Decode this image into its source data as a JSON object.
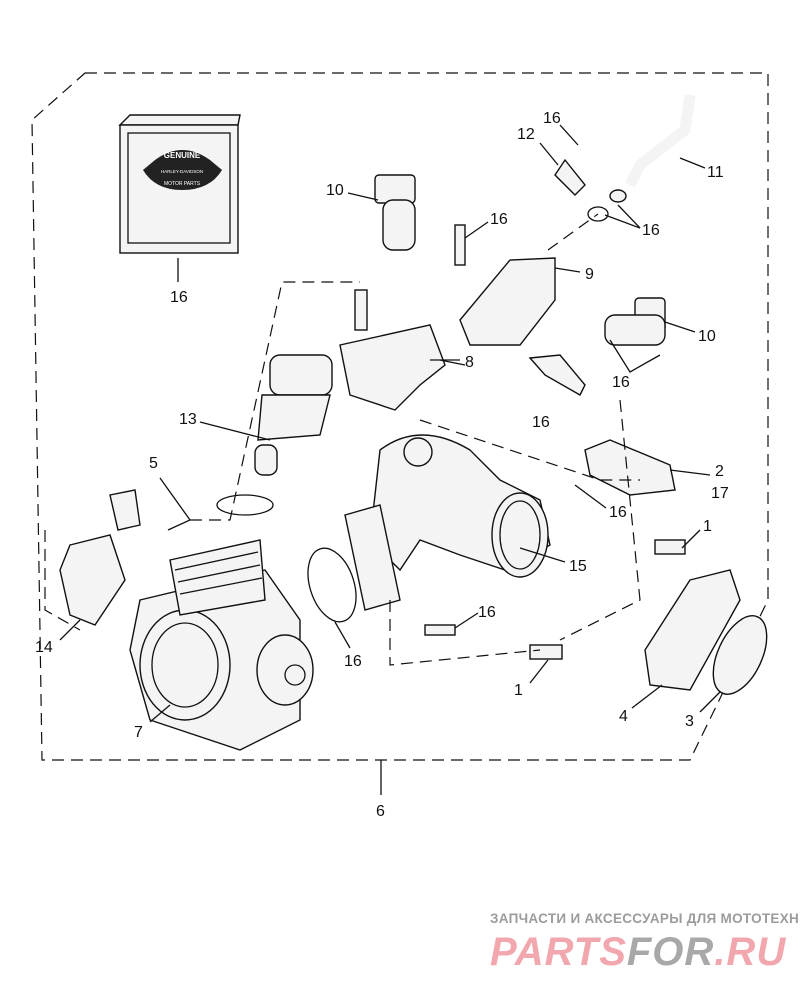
{
  "diagram": {
    "callouts": [
      "16",
      "10",
      "16",
      "12",
      "11",
      "16",
      "16",
      "9",
      "10",
      "16",
      "8",
      "13",
      "16",
      "5",
      "2",
      "17",
      "16",
      "1",
      "15",
      "16",
      "14",
      "16",
      "1",
      "7",
      "4",
      "3",
      "6"
    ],
    "logo": {
      "top": "GENUINE",
      "middle": "HARLEY-DAVIDSON",
      "bottom": "MOTOR PARTS"
    }
  },
  "watermark": {
    "tagline": "ЗАПЧАСТИ И АКСЕССУАРЫ ДЛЯ МОТОТЕХНИКИ",
    "brand_part1": "PARTS",
    "brand_part2": "FOR",
    "brand_part3": ".RU"
  }
}
